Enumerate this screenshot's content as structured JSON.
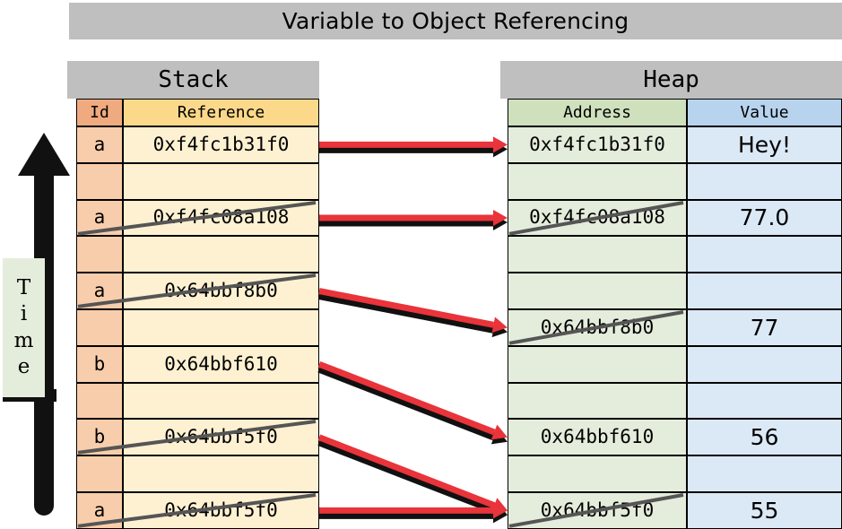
{
  "title": "Variable to Object Referencing",
  "time_axis": {
    "label": "Time",
    "letters": [
      "T",
      "i",
      "m",
      "e"
    ],
    "direction": "upward"
  },
  "stack": {
    "header": "Stack",
    "columns": [
      "Id",
      "Reference"
    ],
    "rows": [
      {
        "id": "a",
        "reference": "0xf4fc1b31f0",
        "struck": false
      },
      {
        "id": "",
        "reference": "",
        "struck": false
      },
      {
        "id": "a",
        "reference": "0xf4fc08a108",
        "struck": true
      },
      {
        "id": "",
        "reference": "",
        "struck": false
      },
      {
        "id": "a",
        "reference": "0x64bbf8b0",
        "struck": true
      },
      {
        "id": "",
        "reference": "",
        "struck": false
      },
      {
        "id": "b",
        "reference": "0x64bbf610",
        "struck": false
      },
      {
        "id": "",
        "reference": "",
        "struck": false
      },
      {
        "id": "b",
        "reference": "0x64bbf5f0",
        "struck": true
      },
      {
        "id": "",
        "reference": "",
        "struck": false
      },
      {
        "id": "a",
        "reference": "0x64bbf5f0",
        "struck": true
      }
    ]
  },
  "heap": {
    "header": "Heap",
    "columns": [
      "Address",
      "Value"
    ],
    "rows": [
      {
        "address": "0xf4fc1b31f0",
        "value": "Hey!",
        "struck": false
      },
      {
        "address": "",
        "value": "",
        "struck": false
      },
      {
        "address": "0xf4fc08a108",
        "value": "77.0",
        "struck": true
      },
      {
        "address": "",
        "value": "",
        "struck": false
      },
      {
        "address": "",
        "value": "",
        "struck": false
      },
      {
        "address": "0x64bbf8b0",
        "value": "77",
        "struck": true
      },
      {
        "address": "",
        "value": "",
        "struck": false
      },
      {
        "address": "",
        "value": "",
        "struck": false
      },
      {
        "address": "0x64bbf610",
        "value": "56",
        "struck": false
      },
      {
        "address": "",
        "value": "",
        "struck": false
      },
      {
        "address": "0x64bbf5f0",
        "value": "55",
        "struck": true
      }
    ]
  },
  "references": [
    {
      "from_stack_row": 0,
      "to_heap_row": 0,
      "color": "#e8343a"
    },
    {
      "from_stack_row": 2,
      "to_heap_row": 2,
      "color": "#e8343a"
    },
    {
      "from_stack_row": 4,
      "to_heap_row": 5,
      "color": "#e8343a"
    },
    {
      "from_stack_row": 6,
      "to_heap_row": 8,
      "color": "#e8343a"
    },
    {
      "from_stack_row": 8,
      "to_heap_row": 10,
      "color": "#e8343a"
    },
    {
      "from_stack_row": 10,
      "to_heap_row": 10,
      "color": "#e8343a"
    }
  ],
  "colors": {
    "title_bar": "#bfbfbf",
    "stack_id_header": "#f0aa80",
    "stack_ref_header": "#fcd98a",
    "stack_id_cell": "#f8cdab",
    "stack_ref_cell": "#fdf1d2",
    "heap_addr_header": "#cfe0bd",
    "heap_value_header": "#b7d3ee",
    "heap_addr_cell": "#e4eddb",
    "heap_value_cell": "#dbe8f6",
    "arrow": "#e8343a",
    "arrow_shadow": "#111111",
    "strike": "#555555",
    "time_box": "#e4eddb"
  }
}
